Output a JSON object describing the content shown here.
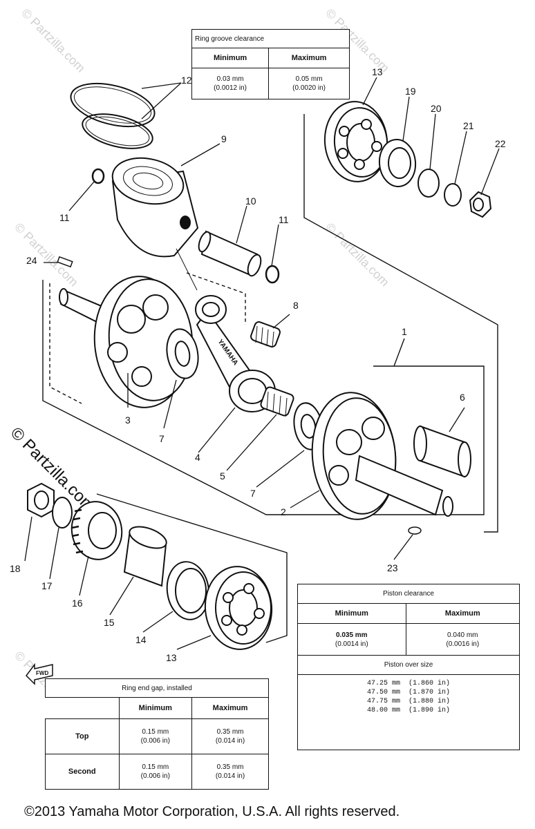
{
  "watermark": "© Partzilla.com",
  "fwd_mark": "FWD",
  "embossed_text": "YAMAHA",
  "copyright": "©2013  Yamaha Motor Corporation, U.S.A. All rights reserved.",
  "part_labels": {
    "p1": "1",
    "p2": "2",
    "p3": "3",
    "p4": "4",
    "p5": "5",
    "p6": "6",
    "p7a": "7",
    "p7b": "7",
    "p8": "8",
    "p9": "9",
    "p10": "10",
    "p11a": "11",
    "p11b": "11",
    "p12": "12",
    "p13a": "13",
    "p13b": "13",
    "p14": "14",
    "p15": "15",
    "p16": "16",
    "p17": "17",
    "p18": "18",
    "p19": "19",
    "p20": "20",
    "p21": "21",
    "p22": "22",
    "p23": "23",
    "p24": "24"
  },
  "ring_groove_table": {
    "title": "Ring groove clearance",
    "headers": [
      "Minimum",
      "Maximum"
    ],
    "min_mm": "0.03 mm",
    "min_in": "(0.0012 in)",
    "max_mm": "0.05 mm",
    "max_in": "(0.0020 in)"
  },
  "piston_table": {
    "title": "Piston clearance",
    "headers": [
      "Minimum",
      "Maximum"
    ],
    "min_mm": "0.035 mm",
    "min_in": "(0.0014 in)",
    "max_mm": "0.040 mm",
    "max_in": "(0.0016 in)",
    "oversize_title": "Piston over size",
    "oversizes": [
      "47.25 mm  (1.860 in)",
      "47.50 mm  (1.870 in)",
      "47.75 mm  (1.880 in)",
      "48.00 mm  (1.890 in)"
    ]
  },
  "ring_end_table": {
    "title": "Ring end gap, installed",
    "headers": [
      "Minimum",
      "Maximum"
    ],
    "rows": [
      {
        "label": "Top",
        "min_mm": "0.15 mm",
        "min_in": "(0.006 in)",
        "max_mm": "0.35 mm",
        "max_in": "(0.014 in)"
      },
      {
        "label": "Second",
        "min_mm": "0.15 mm",
        "min_in": "(0.006 in)",
        "max_mm": "0.35 mm",
        "max_in": "(0.014 in)"
      }
    ]
  }
}
